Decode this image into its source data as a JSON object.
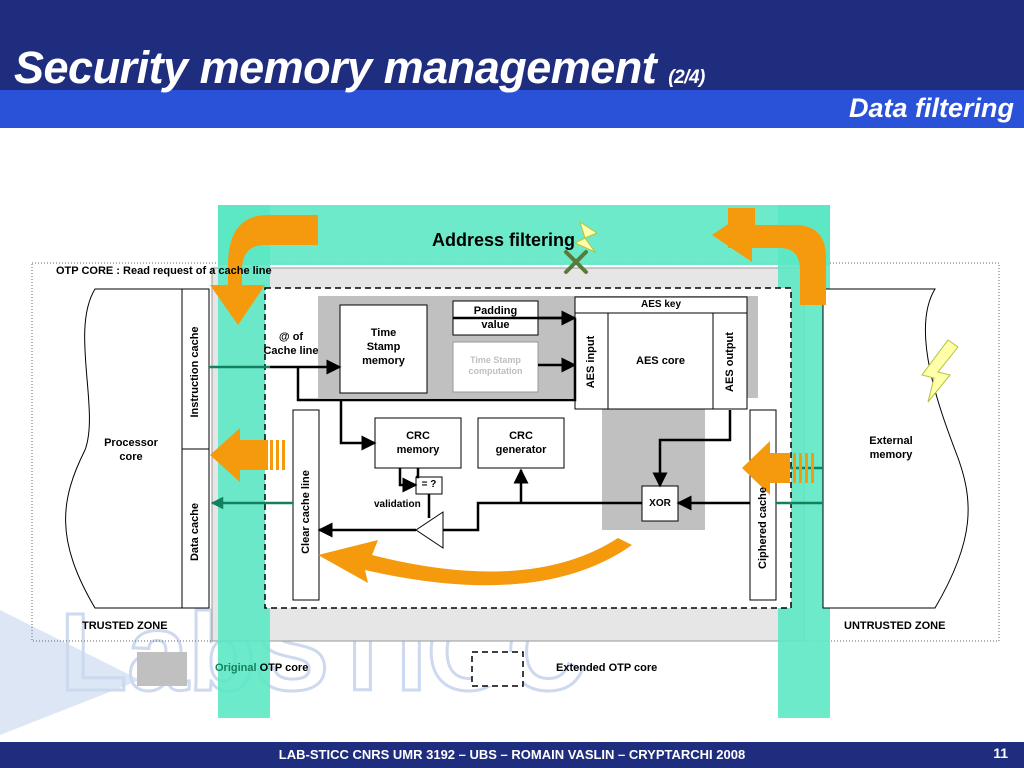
{
  "header": {
    "title": "Security memory management",
    "part": "(2/4)",
    "subtitle": "Data filtering"
  },
  "diagram": {
    "address_filtering": "Address filtering",
    "otp_core_request": "OTP CORE : Read request of a cache line",
    "processor_core": [
      "Processor",
      "core"
    ],
    "instruction_cache": "Instruction cache",
    "data_cache": "Data cache",
    "address_label": [
      "@ of",
      "Cache line"
    ],
    "time_stamp_memory": [
      "Time",
      "Stamp",
      "memory"
    ],
    "padding_value": [
      "Padding",
      "value"
    ],
    "time_stamp_computation": [
      "Time Stamp",
      "computation"
    ],
    "aes_key": "AES key",
    "aes_input": "AES input",
    "aes_core": "AES core",
    "aes_output": "AES output",
    "crc_memory": [
      "CRC",
      "memory"
    ],
    "crc_generator": [
      "CRC",
      "generator"
    ],
    "compare": "= ?",
    "validation": "validation",
    "xor": "XOR",
    "clear_cache_line": "Clear cache line",
    "ciphered_cache_line": "Ciphered cache",
    "external_memory": [
      "External",
      "memory"
    ],
    "trusted_zone": "TRUSTED ZONE",
    "untrusted_zone": "UNTRUSTED ZONE",
    "legend_original_prefix": "Original",
    "legend_original_suffix": " OTP core",
    "legend_extended": "Extended OTP core",
    "watermark": "LabSTICC"
  },
  "colors": {
    "header_dark": "#1f2d7e",
    "header_band": "#2a52d9",
    "zone_green": "#5ce8c4",
    "arrow_orange": "#f59a0c",
    "signal_green": "#13805e",
    "core_gray": "#c0c0c0",
    "otp_gray": "#e6e6e6"
  },
  "footer": {
    "text": "LAB-STICC CNRS UMR 3192 – UBS – ROMAIN VASLIN  –  CRYPTARCHI 2008",
    "page": "11"
  }
}
